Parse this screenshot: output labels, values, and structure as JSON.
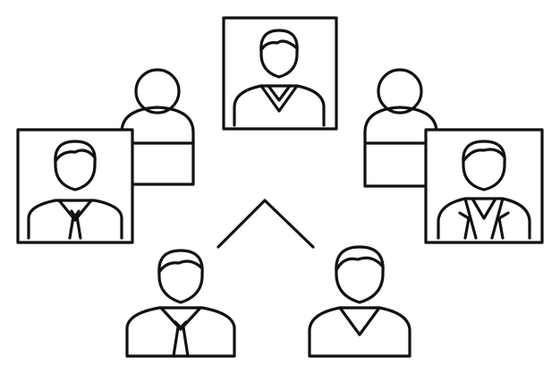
{
  "illustration": {
    "style": "black line-art on white",
    "colors": {
      "stroke": "#111111",
      "background": "#ffffff"
    },
    "icons": [
      "user-card-icon-top",
      "user-card-icon-left",
      "user-card-icon-right",
      "generic-user-icon-left",
      "generic-user-icon-right",
      "person-with-tie-icon",
      "person-with-vneck-icon",
      "chevron-up-icon"
    ]
  }
}
